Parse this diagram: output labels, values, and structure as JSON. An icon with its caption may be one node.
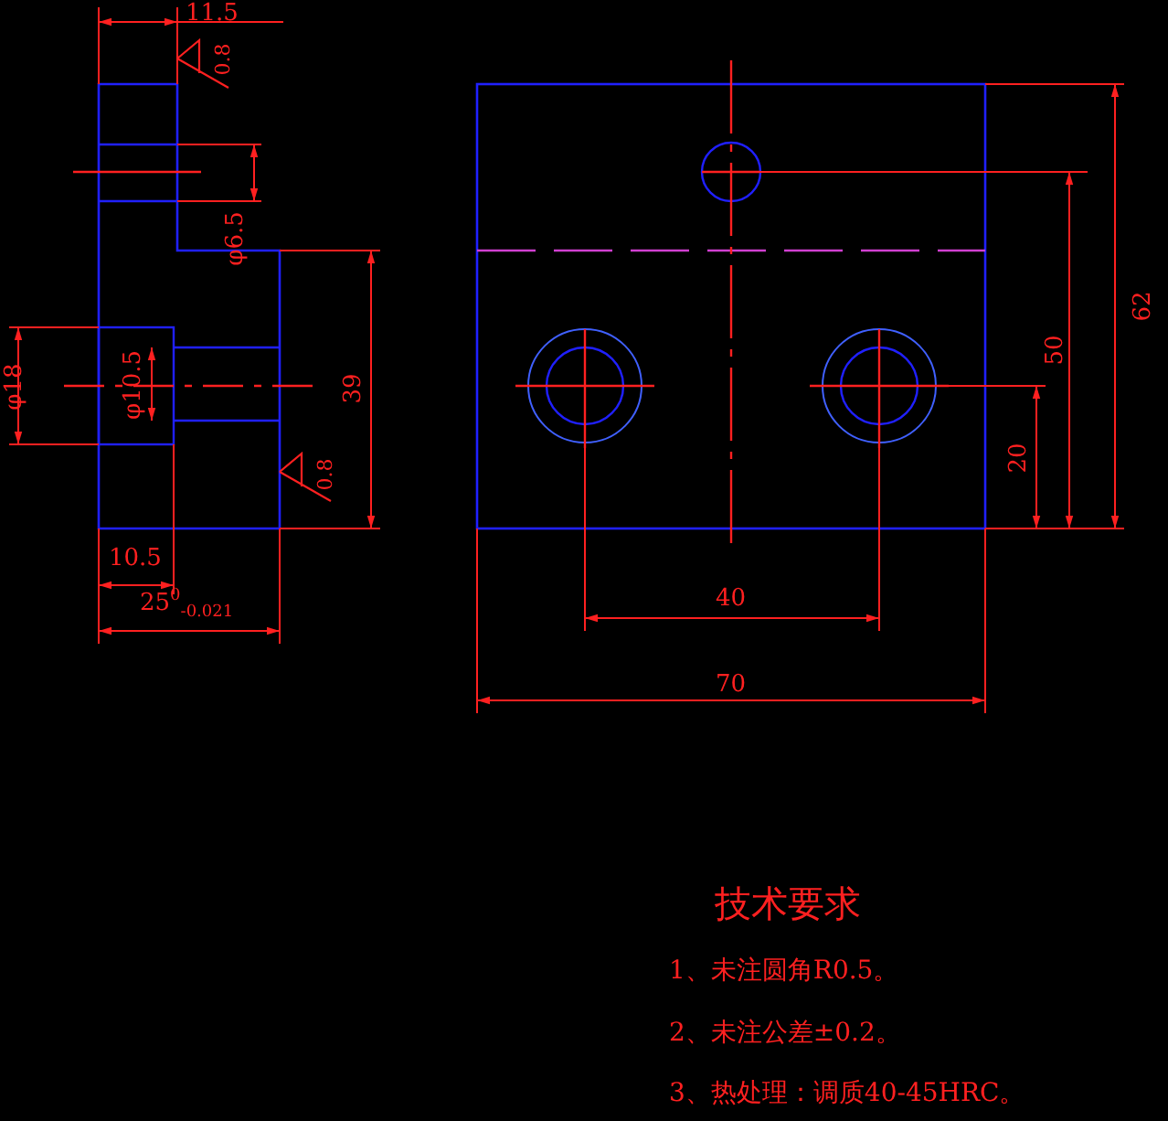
{
  "diagram": {
    "labels": [
      "11.5",
      "0.8",
      "φ6.5",
      "φ18",
      "φ10.5",
      "39",
      "0.8",
      "10.5",
      "25$^{0}$$_{-0.021}$",
      "62",
      "50",
      "20",
      "40",
      "70",
      "技术要求",
      "1、未注圆角R0.5。",
      "2、未注公差±0.2。",
      "3、热处理：调质40-45HRC。"
    ]
  }
}
